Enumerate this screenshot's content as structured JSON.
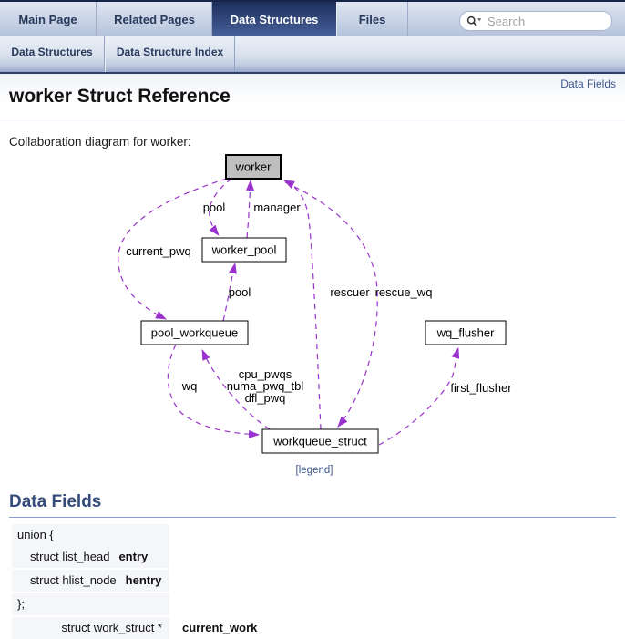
{
  "navrow1": {
    "tabs": [
      {
        "label": "Main Page",
        "active": false
      },
      {
        "label": "Related Pages",
        "active": false
      },
      {
        "label": "Data Structures",
        "active": true
      },
      {
        "label": "Files",
        "active": false
      }
    ],
    "search": {
      "placeholder": "Search",
      "icon": "magnifier-with-dropdown-icon"
    }
  },
  "navrow2": {
    "tabs": [
      {
        "label": "Data Structures"
      },
      {
        "label": "Data Structure Index"
      }
    ]
  },
  "header": {
    "title": "worker Struct Reference",
    "summary_link": "Data Fields"
  },
  "content": {
    "diagram_caption": "Collaboration diagram for worker:",
    "legend_link": "[legend]"
  },
  "diagram": {
    "type": "collaboration-graph",
    "nodes": [
      {
        "label": "worker",
        "highlight": true
      },
      {
        "label": "worker_pool",
        "highlight": false
      },
      {
        "label": "pool_workqueue",
        "highlight": false
      },
      {
        "label": "wq_flusher",
        "highlight": false
      },
      {
        "label": "workqueue_struct",
        "highlight": false
      }
    ],
    "edges": [
      {
        "from": "worker",
        "to": "worker_pool",
        "label": "pool"
      },
      {
        "from": "worker_pool",
        "to": "worker",
        "label": "manager"
      },
      {
        "from": "worker",
        "to": "pool_workqueue",
        "label": "current_pwq"
      },
      {
        "from": "pool_workqueue",
        "to": "worker_pool",
        "label": "pool"
      },
      {
        "from": "workqueue_struct",
        "to": "worker",
        "label": "rescuer"
      },
      {
        "from": "worker",
        "to": "workqueue_struct",
        "label": "rescue_wq"
      },
      {
        "from": "pool_workqueue",
        "to": "workqueue_struct",
        "label": "wq"
      },
      {
        "from": "workqueue_struct",
        "to": "pool_workqueue",
        "label": "cpu_pwqs numa_pwq_tbl dfl_pwq",
        "label_lines": [
          "cpu_pwqs",
          "numa_pwq_tbl",
          "dfl_pwq"
        ]
      },
      {
        "from": "workqueue_struct",
        "to": "wq_flusher",
        "label": "first_flusher"
      }
    ]
  },
  "data_fields": {
    "heading": "Data Fields",
    "rows": [
      {
        "type": "union {",
        "name": ""
      },
      {
        "type": "struct list_head",
        "name": "entry"
      },
      {
        "type": "struct hlist_node",
        "name": "hentry"
      },
      {
        "type": "};",
        "name": ""
      },
      {
        "type": "struct work_struct *",
        "name": "current_work"
      }
    ]
  },
  "colors": {
    "edge": "#9A32CD",
    "link": "#3D578C",
    "group_heading": "#354C7B",
    "active_tab_top": "#1D2E5A",
    "active_tab_bottom": "#46609A",
    "highlight_node_fill": "#BFBFBF"
  }
}
